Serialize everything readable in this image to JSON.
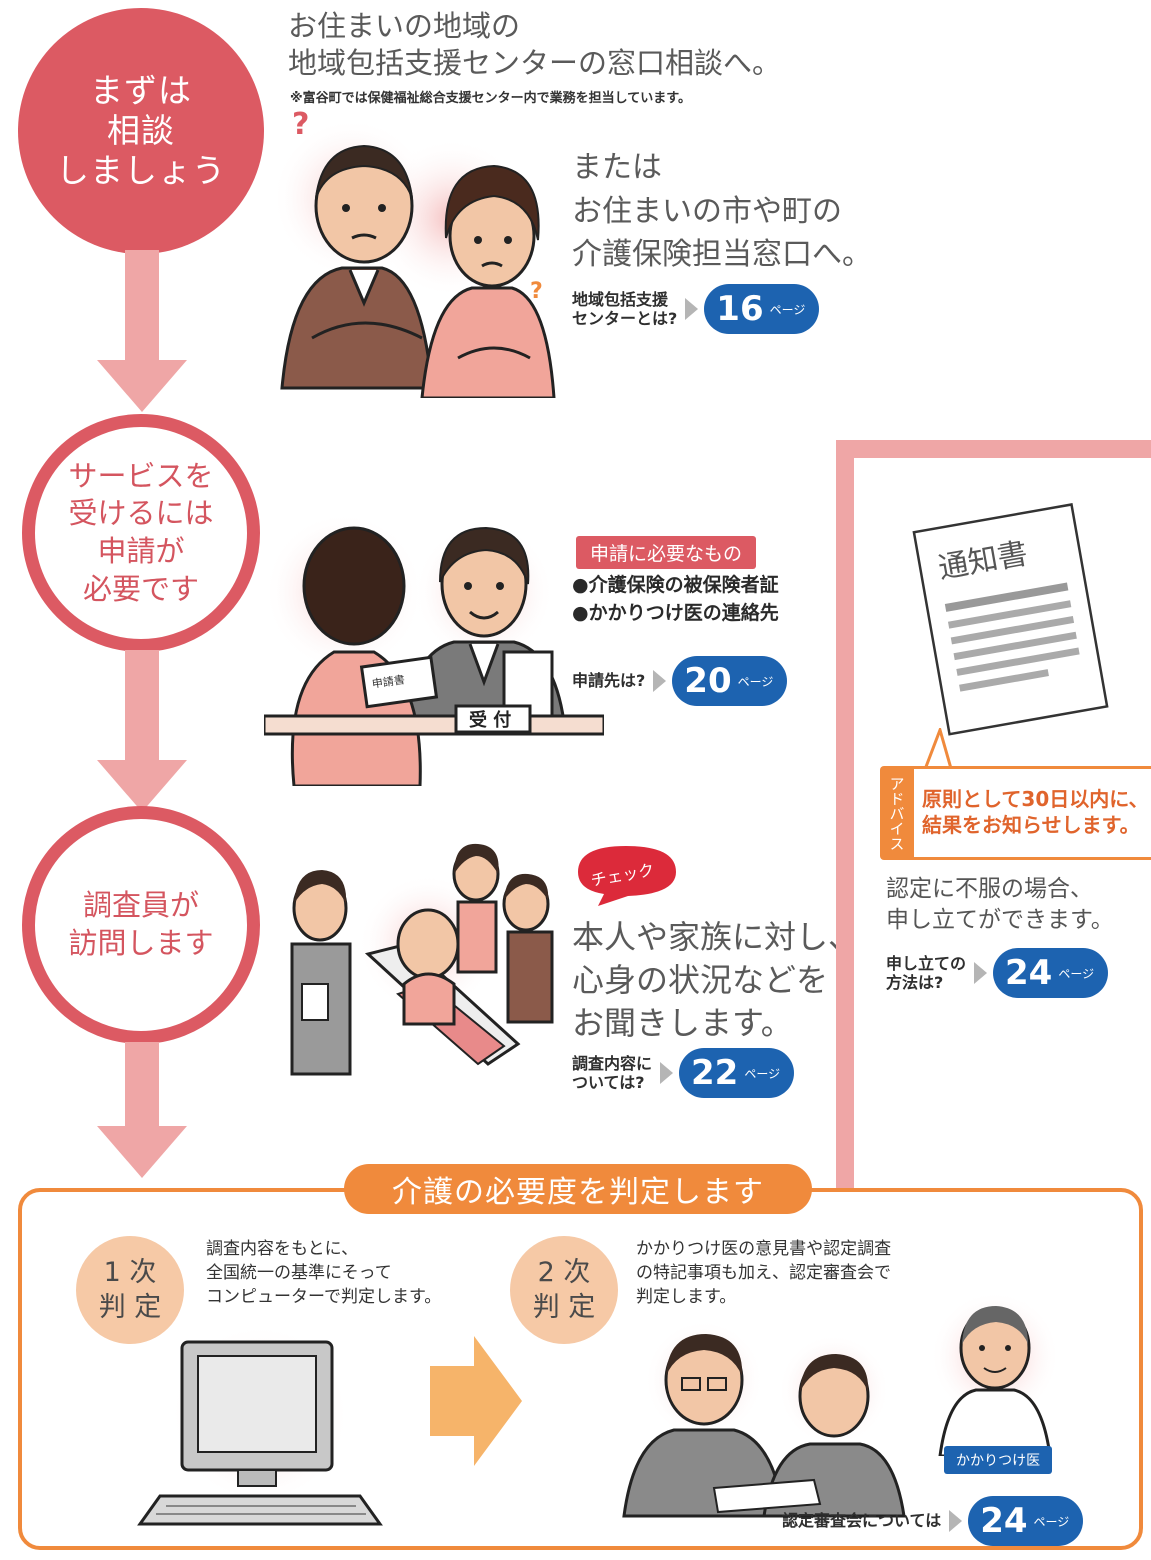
{
  "step1": {
    "circle": [
      "まずは",
      "相談",
      "しましょう"
    ],
    "line1": "お住まいの地域の",
    "line2": "地域包括支援センターの窓口相談へ。",
    "note": "※富谷町では保健福祉総合支援センター内で業務を担当しています。",
    "alt": [
      "または",
      "お住まいの市や町の",
      "介護保険担当窓口へ。"
    ],
    "ref_label": [
      "地域包括支援",
      "センターとは?"
    ],
    "ref_page": "16",
    "ref_unit": "ページ",
    "question_mark": "?"
  },
  "step2": {
    "circle": [
      "サービスを",
      "受けるには",
      "申請が",
      "必要です"
    ],
    "needs_title": "申請に必要なもの",
    "needs": [
      "●介護保険の被保険者証",
      "●かかりつけ医の連絡先"
    ],
    "ref_label": [
      "申請先は?"
    ],
    "ref_page": "20",
    "ref_unit": "ページ",
    "form_label": "申請書",
    "desk_sign": "受 付"
  },
  "step3": {
    "circle": [
      "調査員が",
      "訪問します"
    ],
    "check_label": "チェック",
    "desc": [
      "本人や家族に対し、",
      "心身の状況などを",
      "お聞きします。"
    ],
    "ref_label": [
      "調査内容に",
      "ついては?"
    ],
    "ref_page": "22",
    "ref_unit": "ページ"
  },
  "panel": {
    "document_title": "通知書",
    "advice_tab": "アドバイス",
    "advice": [
      "原則として30日以内に、",
      "結果をお知らせします。"
    ],
    "objection": [
      "認定に不服の場合、",
      "申し立てができます。"
    ],
    "ref_label": [
      "申し立ての",
      "方法は?"
    ],
    "ref_page": "24",
    "ref_unit": "ページ"
  },
  "judgement": {
    "banner": "介護の必要度を判定します",
    "first_circle": [
      "1 次",
      "判 定"
    ],
    "first_text": [
      "調査内容をもとに、",
      "全国統一の基準にそって",
      "コンピューターで判定します。"
    ],
    "second_circle": [
      "2 次",
      "判 定"
    ],
    "second_text": [
      "かかりつけ医の意見書や認定調査",
      "の特記事項も加え、認定審査会で",
      "判定します。"
    ],
    "doctor_label": "かかりつけ医",
    "ref_label": [
      "認定審査会については"
    ],
    "ref_page": "24",
    "ref_unit": "ページ"
  }
}
